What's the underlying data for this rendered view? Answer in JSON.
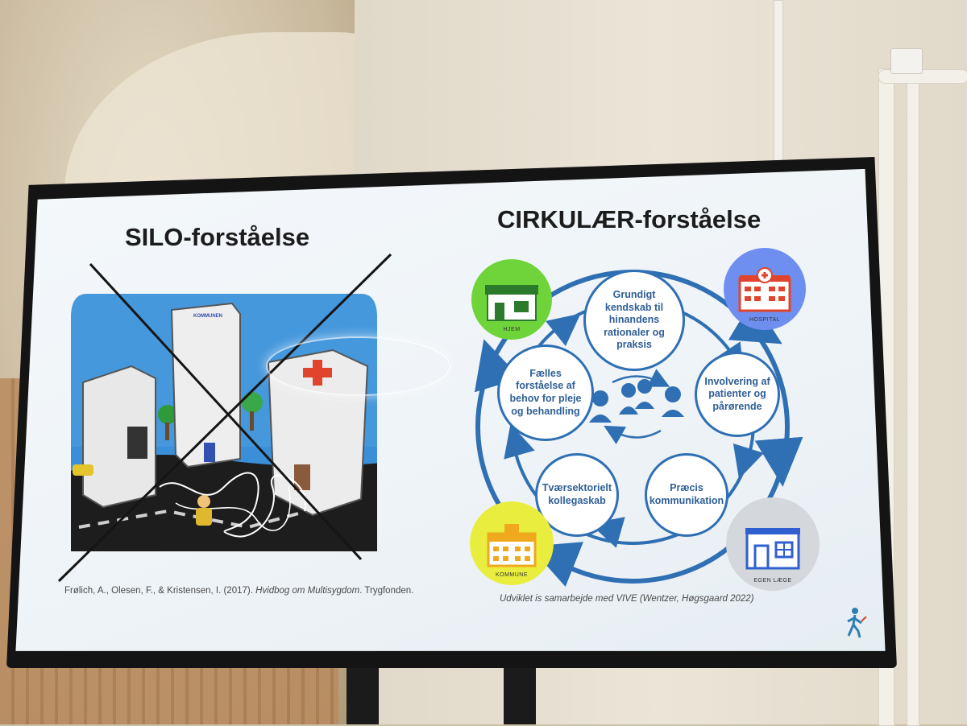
{
  "slide": {
    "left_title": "SILO-forståelse",
    "right_title": "CIRKULÆR-forståelse",
    "citation_prefix": "Frølich, A., Olesen, F., & Kristensen, I. (2017). ",
    "citation_book": "Hvidbog om Multisygdom",
    "citation_suffix": ". Trygfonden.",
    "credit": "Udviklet  is samarbejde med VIVE  (Wentzer, Høgsgaard 2022)"
  },
  "illustration": {
    "building_sign": "KOMMUNEN"
  },
  "circle_nodes": [
    "Grundigt kendskab til hinandens rationaler og praksis",
    "Involvering af patienter og pårørende",
    "Præcis kommunikation",
    "Tværsektorielt kollegaskab",
    "Fælles forståelse af behov for pleje og behandling"
  ],
  "badges": {
    "home": {
      "label": "HJEM",
      "color": "#6fd43a"
    },
    "hospital": {
      "label": "HOSPITAL",
      "color": "#6f8ff0"
    },
    "municipality": {
      "label": "KOMMUNE",
      "color": "#e9ee3e"
    },
    "doctor": {
      "label": "EGEN LÆGE",
      "color": "#d4d8dc"
    }
  },
  "colors": {
    "arrow_blue": "#2f6fb3",
    "red_cross": "#e0442c"
  },
  "logo_icon": "walking-figure-icon"
}
